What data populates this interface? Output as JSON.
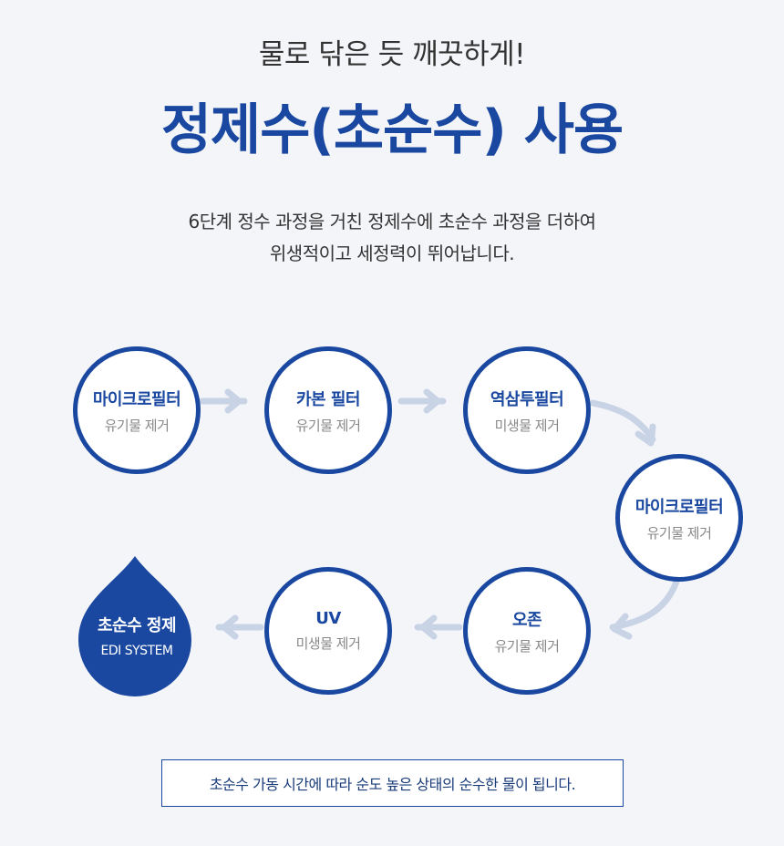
{
  "header": {
    "subtitle": "물로 닦은 듯 깨끗하게!",
    "title": "정제수(초순수) 사용",
    "description_line1": "6단계 정수 과정을 거친 정제수에 초순수 과정을 더하여",
    "description_line2": "위생적이고 세정력이 뛰어납니다."
  },
  "steps": [
    {
      "name": "마이크로필터",
      "sub": "유기물 제거"
    },
    {
      "name": "카본 필터",
      "sub": "유기물 제거"
    },
    {
      "name": "역삼투필터",
      "sub": "미생물 제거"
    },
    {
      "name": "마이크로필터",
      "sub": "유기물 제거"
    },
    {
      "name": "오존",
      "sub": "유기물 제거"
    },
    {
      "name": "UV",
      "sub": "미생물 제거"
    }
  ],
  "final": {
    "name": "초순수 정제",
    "sub": "EDI SYSTEM"
  },
  "note": "초순수 가동 시간에 따라 순도 높은 상태의  순수한 물이 됩니다.",
  "colors": {
    "primary": "#1a48a0",
    "arrow": "#c9d3e6",
    "background": "#f4f5f9"
  },
  "icons": {
    "flow_arrow": "chevron-arrow-icon",
    "final_shape": "water-drop-icon"
  }
}
